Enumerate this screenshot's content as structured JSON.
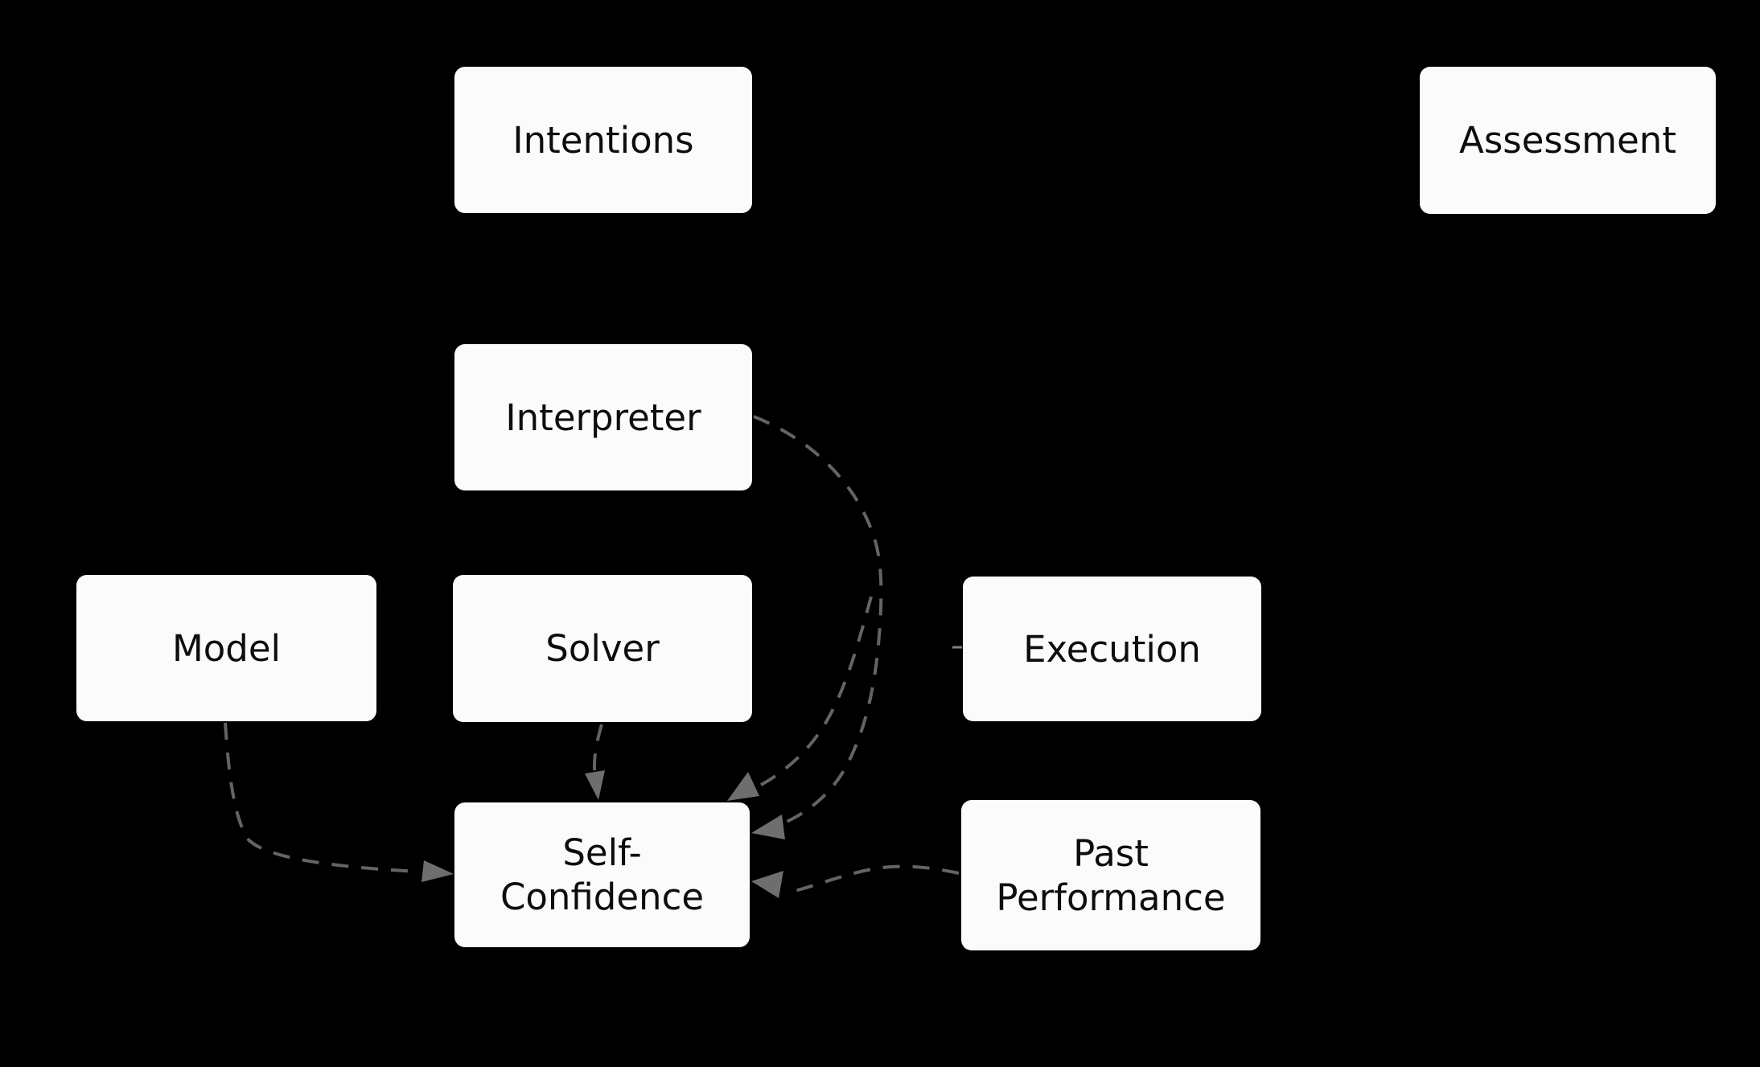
{
  "diagram": {
    "title": "",
    "background_color": "#000000",
    "node_fill_color": "#fbfbfb",
    "node_text_color": "#0d0d0d",
    "edge_color": "#646464",
    "arrowhead_color": "#6e6e6e",
    "edge_style": "dashed",
    "nodes": [
      {
        "id": "intentions",
        "label": "Intentions"
      },
      {
        "id": "assessment",
        "label": "Assessment"
      },
      {
        "id": "interpreter",
        "label": "Interpreter"
      },
      {
        "id": "model",
        "label": "Model"
      },
      {
        "id": "solver",
        "label": "Solver"
      },
      {
        "id": "execution",
        "label": "Execution"
      },
      {
        "id": "self_confidence",
        "label": "Self-Confidence"
      },
      {
        "id": "past_performance",
        "label": "Past Performance"
      }
    ],
    "edges": [
      {
        "from": "interpreter",
        "to": "self_confidence",
        "style": "dashed"
      },
      {
        "from": "interpreter",
        "to": "self_confidence",
        "style": "dashed"
      },
      {
        "from": "solver",
        "to": "self_confidence",
        "style": "dashed"
      },
      {
        "from": "model",
        "to": "self_confidence",
        "style": "dashed"
      },
      {
        "from": "past_performance",
        "to": "self_confidence",
        "style": "dashed"
      }
    ]
  }
}
